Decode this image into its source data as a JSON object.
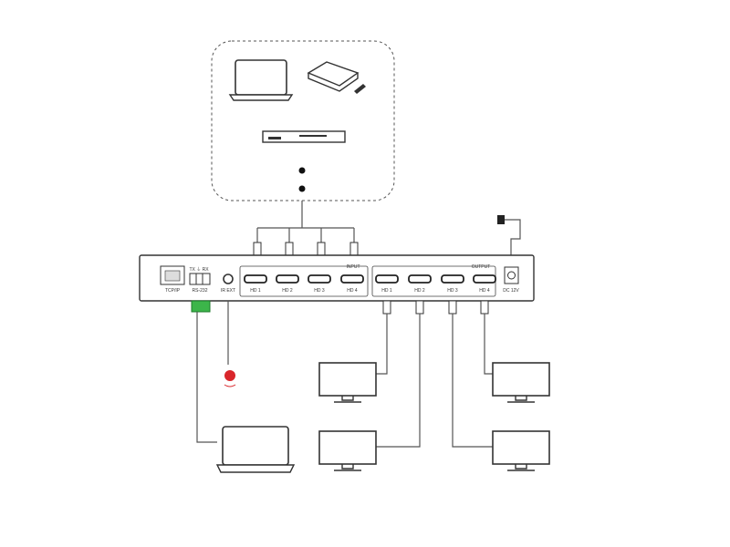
{
  "device": {
    "tcpip_label": "TCP/IP",
    "rs232_pins_label": "TX ⏚ RX",
    "rs232_label": "RS-232",
    "ir_label": "IR EXT",
    "input_group_label": "INPUT",
    "output_group_label": "OUTPUT",
    "inputs": [
      "HD 1",
      "HD 2",
      "HD 3",
      "HD 4"
    ],
    "outputs": [
      "HD 1",
      "HD 2",
      "HD 3",
      "HD 4"
    ],
    "power_label": "DC 12V"
  },
  "colors": {
    "terminal": "#3cb54a",
    "ir": "#d9262b",
    "line": "#555555"
  }
}
